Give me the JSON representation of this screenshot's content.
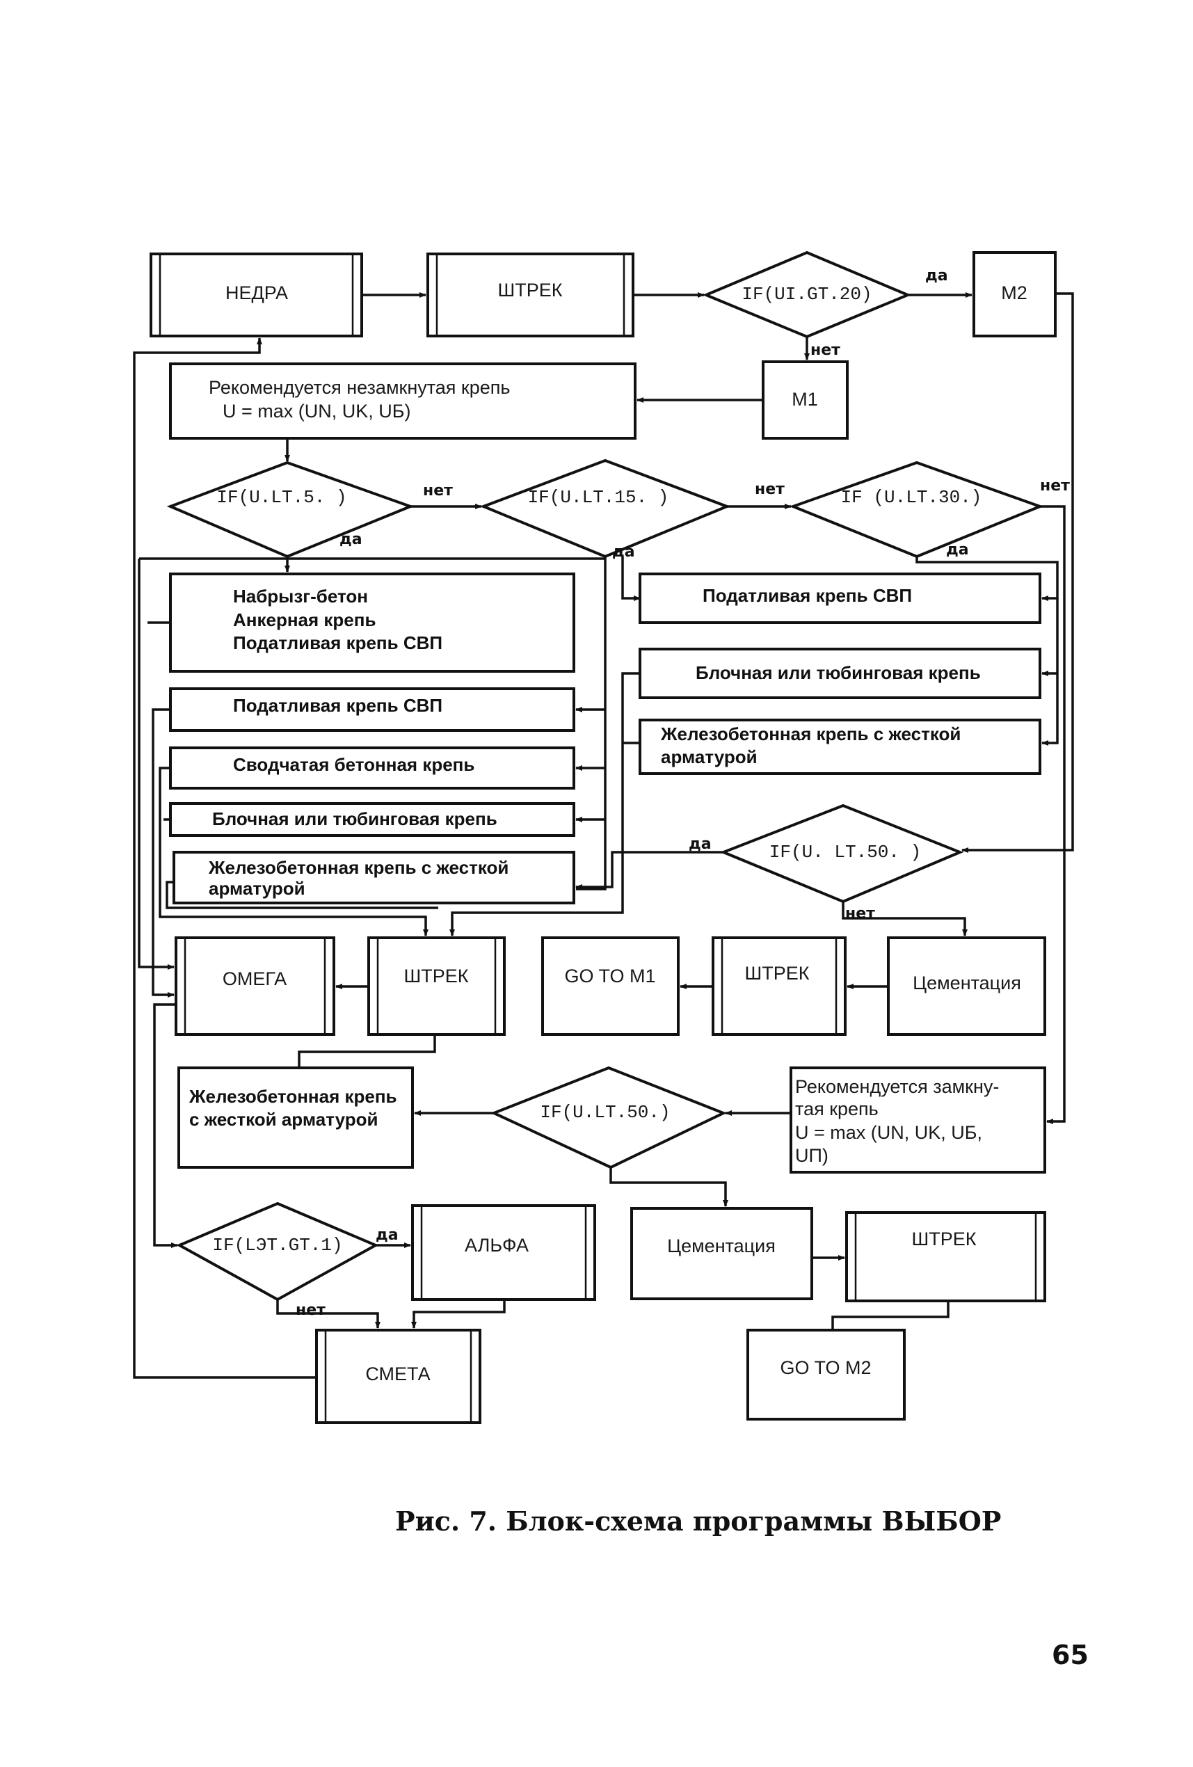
{
  "figure": {
    "caption": "Рис. 7. Блок-схема программы ВЫБОР",
    "page_number": "65"
  },
  "nodes": {
    "nedra": "НЕДРА",
    "shtrek_top": "ШТРЕК",
    "if_ui_gt_20": "IF(UI.GT.20)",
    "m2": "M2",
    "m1": "M1",
    "recommend_open": [
      "Рекомендуется незамкнутая крепь",
      "U = max (UN, UK, UБ)"
    ],
    "if_u_lt_5": "IF(U.LT.5. )",
    "if_u_lt_15": "IF(U.LT.15. )",
    "if_u_lt_30": "IF (U.LT.30.)",
    "left_group": {
      "combo": [
        "Набрызг-бетон",
        "Анкерная крепь",
        "Податливая крепь СВП"
      ],
      "pliable": "Податливая крепь СВП",
      "arched": "Сводчатая бетонная крепь",
      "block": "Блочная или тюбинговая крепь",
      "rc_rigid": [
        "Железобетонная крепь с жесткой",
        "арматурой"
      ]
    },
    "right_group": {
      "pliable": "Податливая крепь СВП",
      "block": "Блочная или тюбинговая крепь",
      "rc_rigid": [
        "Железобетонная крепь с жесткой",
        "арматурой"
      ]
    },
    "if_u_lt_50_a": "IF(U. LT.50. )",
    "omega": "ОМЕГА",
    "shtrek_mid": "ШТРЕК",
    "goto_m1": "GO TO M1",
    "shtrek_mid2": "ШТРЕК",
    "cementation_1": "Цементация",
    "rc_rigid_2": [
      "Железобетонная крепь",
      "с жесткой арматурой"
    ],
    "if_u_lt_50_b": "IF(U.LT.50.)",
    "recommend_closed": [
      "Рекомендуется замкну-",
      "тая крепь",
      "U = max (UN, UK, UБ,",
      "UП)"
    ],
    "if_let_gt_1": "IF(LЭТ.GT.1)",
    "alpha": "АЛЬФА",
    "cementation_2": "Цементация",
    "shtrek_bottom": "ШТРЕК",
    "smeta": "СМЕТА",
    "goto_m2": "GO TO M2"
  },
  "edge_labels": {
    "yes": "да",
    "no": "нет"
  }
}
